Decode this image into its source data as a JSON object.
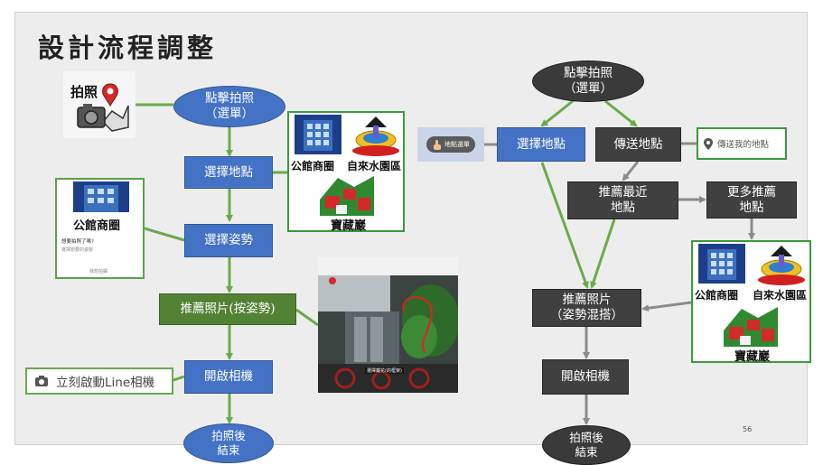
{
  "title": "設計流程調整",
  "page_number": "56",
  "colors": {
    "blue": "#4472c4",
    "green": "#548235",
    "dark": "#404040",
    "arrow_green": "#6aaa4a",
    "arrow_gray": "#8a8a8a"
  },
  "left_flow": {
    "start": "點擊拍照\n（選單）",
    "select_location": "選擇地點",
    "select_pose": "選擇姿勢",
    "recommend_photos": "推薦照片(按姿勢)",
    "open_camera": "開啟相機",
    "end": "拍照後\n結束",
    "camera_option": "立刻啟動Line相機",
    "app_icon_label": "拍照"
  },
  "right_flow": {
    "start": "點擊拍照\n（選單）",
    "select_location": "選擇地點",
    "send_location": "傳送地點",
    "recommend_nearest": "推薦最近\n地點",
    "more_recommendations": "更多推薦\n地點",
    "recommend_photos": "推薦照片\n（姿勢混搭）",
    "open_camera": "開啟相機",
    "end": "拍照後\n結束",
    "location_menu_chip": "地點選單",
    "send_my_location_chip": "傳送我的地點"
  },
  "locations": {
    "gongguan": "公館商圈",
    "water_park": "自來水園區",
    "treasure_hill": "寶藏巖"
  },
  "pose_card": {
    "location": "公館商圈",
    "question": "想要拍照了嗎?",
    "hint": "選擇想要的姿勢",
    "button": "我想拍攝"
  },
  "photo_caption": "選擇鐵花(的框架)"
}
